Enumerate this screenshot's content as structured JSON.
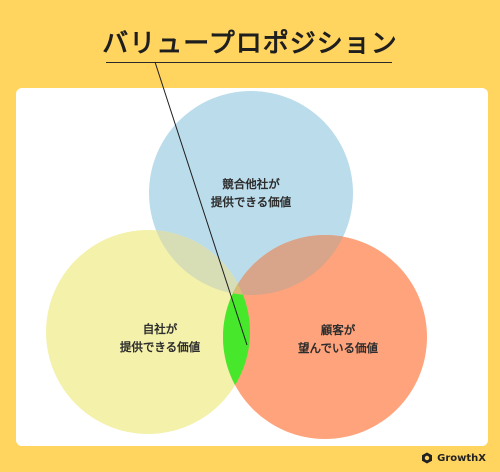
{
  "title": "バリュープロポジション",
  "circles": {
    "competitors": {
      "line1": "競合他社が",
      "line2": "提供できる価値",
      "color": "#BBDCEB"
    },
    "own_company": {
      "line1": "自社が",
      "line2": "提供できる価値",
      "color": "#F3F1AA"
    },
    "customers": {
      "line1": "顧客が",
      "line2": "望んでいる価値",
      "color": "#FFA37C"
    }
  },
  "highlight_color": "#47E82C",
  "brand": {
    "name": "GrowthX",
    "icon": "growthx-logo-icon"
  }
}
